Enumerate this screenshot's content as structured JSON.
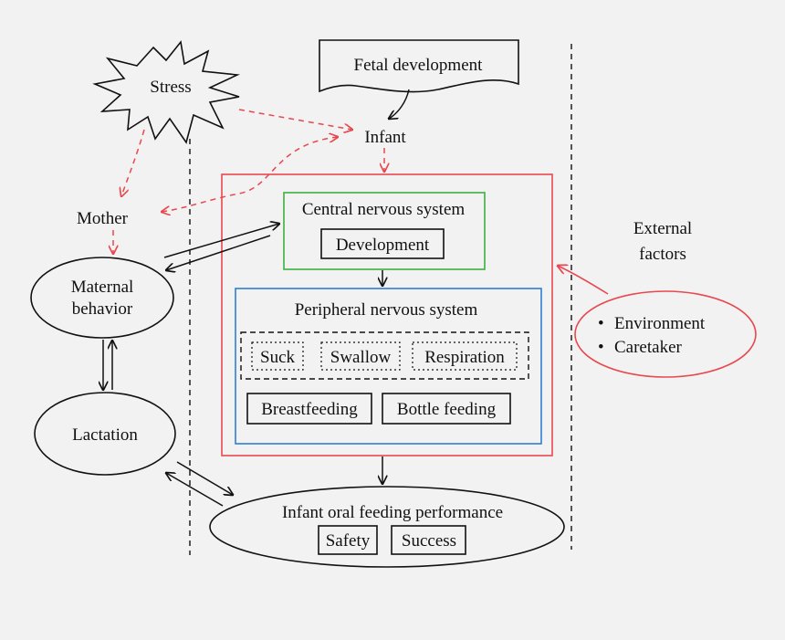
{
  "stress": "Stress",
  "fetal_development": "Fetal development",
  "infant": "Infant",
  "mother": "Mother",
  "maternal_behavior": [
    "Maternal",
    "behavior"
  ],
  "lactation": "Lactation",
  "cns": {
    "title": "Central nervous system",
    "development": "Development"
  },
  "pns": {
    "title": "Peripheral nervous system",
    "items": [
      "Suck",
      "Swallow",
      "Respiration"
    ],
    "feeding": [
      "Breastfeeding",
      "Bottle feeding"
    ]
  },
  "performance": {
    "title": "Infant oral feeding performance",
    "items": [
      "Safety",
      "Success"
    ]
  },
  "external": {
    "title": [
      "External",
      "factors"
    ],
    "items": [
      "Environment",
      "Caretaker"
    ]
  },
  "colors": {
    "red": "#e8484f",
    "green": "#3cb043",
    "blue": "#2f7fd1",
    "black": "#111111",
    "background": "#f2f2f2"
  }
}
